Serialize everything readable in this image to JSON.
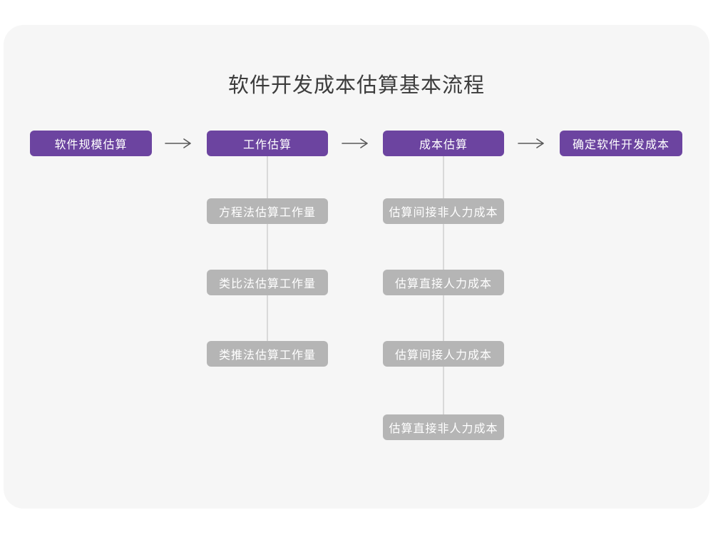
{
  "title": "软件开发成本估算基本流程",
  "colors": {
    "primary_node": "#6c44a0",
    "secondary_node": "#b5b5b5",
    "card_background": "#f6f6f6",
    "page_background": "#ffffff",
    "node_text": "#ffffff",
    "title_text": "#3c3c3c",
    "arrow": "#595959",
    "connector_line": "#cfcfcf"
  },
  "flow": {
    "main_nodes": [
      {
        "label": "软件规模估算"
      },
      {
        "label": "工作估算"
      },
      {
        "label": "成本估算"
      },
      {
        "label": "确定软件开发成本"
      }
    ],
    "work_estimation_children": [
      {
        "label": "方程法估算工作量"
      },
      {
        "label": "类比法估算工作量"
      },
      {
        "label": "类推法估算工作量"
      }
    ],
    "cost_estimation_children": [
      {
        "label": "估算间接非人力成本"
      },
      {
        "label": "估算直接人力成本"
      },
      {
        "label": "估算间接人力成本"
      },
      {
        "label": "估算直接非人力成本"
      }
    ]
  }
}
